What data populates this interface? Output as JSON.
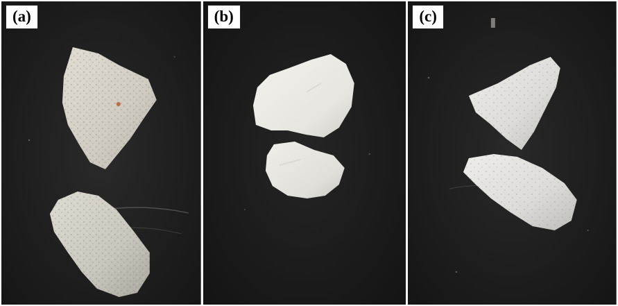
{
  "panels": [
    {
      "label": "(a)",
      "description_color": "#d9d6cd"
    },
    {
      "label": "(b)",
      "description_color": "#ecebe6"
    },
    {
      "label": "(c)",
      "description_color": "#e4e3df"
    }
  ],
  "colors": {
    "surface": "#1e1e1e",
    "specimen_a": "#d8d4ca",
    "specimen_b": "#ecebe6",
    "specimen_c": "#e2e1de",
    "dust": "#8a8a88"
  }
}
